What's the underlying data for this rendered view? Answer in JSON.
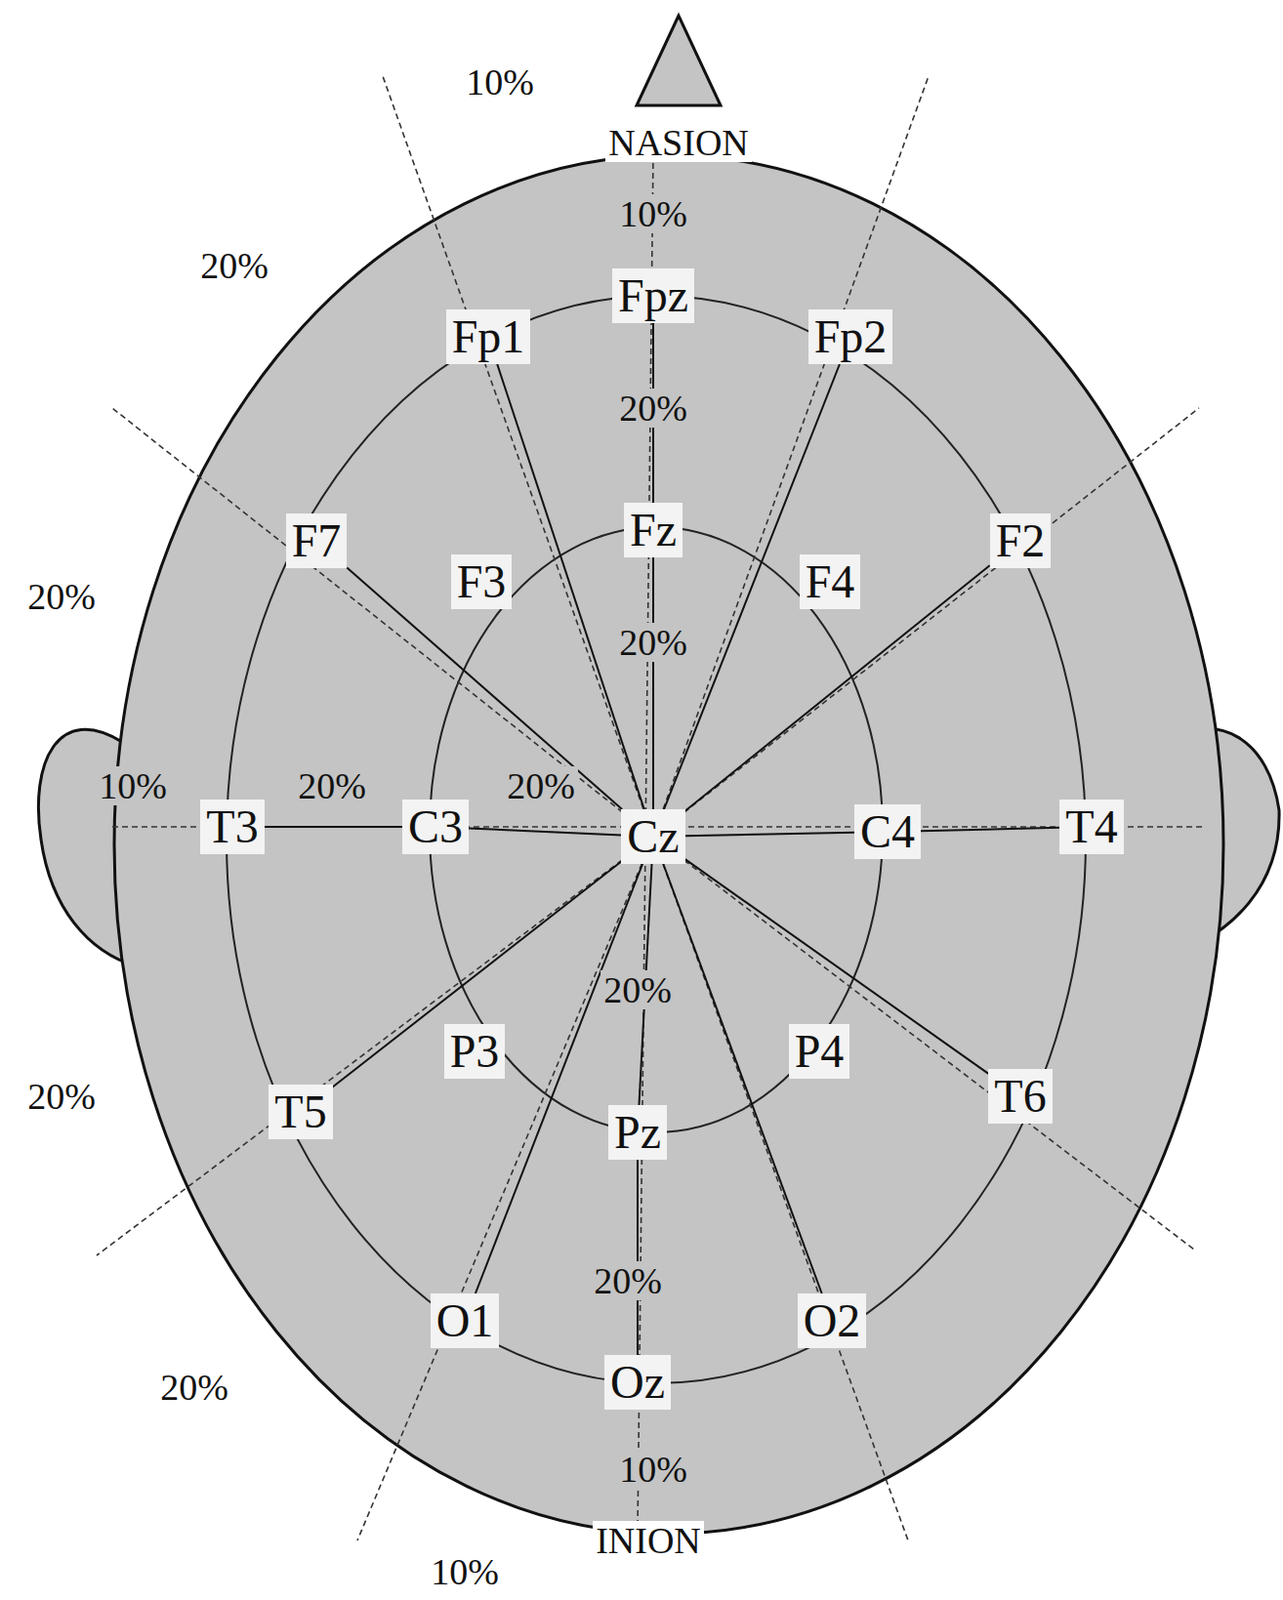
{
  "diagram": {
    "nodes": [
      {
        "text": [
          "Fp1"
        ]
      },
      {
        "text": [
          "Fpz"
        ]
      },
      {
        "text": [
          "Fp2"
        ]
      },
      {
        "text": [
          "F7"
        ]
      },
      {
        "text": [
          "F3"
        ]
      },
      {
        "text": [
          "Fz"
        ]
      },
      {
        "text": [
          "F4"
        ]
      },
      {
        "text": [
          "F2"
        ]
      },
      {
        "text": [
          "T3"
        ]
      },
      {
        "text": [
          "C3"
        ]
      },
      {
        "text": [
          "Cz"
        ]
      },
      {
        "text": [
          "C4"
        ]
      },
      {
        "text": [
          "T4"
        ]
      },
      {
        "text": [
          "P3"
        ]
      },
      {
        "text": [
          "P4"
        ]
      },
      {
        "text": [
          "T5"
        ]
      },
      {
        "text": [
          "T6"
        ]
      },
      {
        "text": [
          "Pz"
        ]
      },
      {
        "text": [
          "O1"
        ]
      },
      {
        "text": [
          "Oz"
        ]
      },
      {
        "text": [
          "O2"
        ]
      }
    ],
    "edges": [
      {
        "from": 1,
        "to": 5,
        "arrow": "none"
      },
      {
        "from": 5,
        "to": 10,
        "arrow": "none"
      },
      {
        "from": 10,
        "to": 17,
        "arrow": "none"
      },
      {
        "from": 17,
        "to": 19,
        "arrow": "none"
      },
      {
        "from": 8,
        "to": 9,
        "arrow": "none"
      },
      {
        "from": 9,
        "to": 10,
        "arrow": "none"
      },
      {
        "from": 10,
        "to": 11,
        "arrow": "none"
      },
      {
        "from": 11,
        "to": 12,
        "arrow": "none"
      },
      {
        "from": 0,
        "to": 10,
        "arrow": "none"
      },
      {
        "from": 2,
        "to": 10,
        "arrow": "none"
      },
      {
        "from": 3,
        "to": 10,
        "arrow": "none"
      },
      {
        "from": 7,
        "to": 10,
        "arrow": "none"
      },
      {
        "from": 15,
        "to": 10,
        "arrow": "none"
      },
      {
        "from": 16,
        "to": 10,
        "arrow": "none"
      },
      {
        "from": 18,
        "to": 10,
        "arrow": "none"
      },
      {
        "from": 20,
        "to": 10,
        "arrow": "none"
      }
    ],
    "labels": [
      "10%",
      "NASION",
      "10%",
      "20%",
      "20%",
      "20%",
      "20%",
      "10%",
      "20%",
      "20%",
      "20%",
      "20%",
      "20%",
      "20%",
      "10%",
      "INION",
      "10%"
    ]
  }
}
